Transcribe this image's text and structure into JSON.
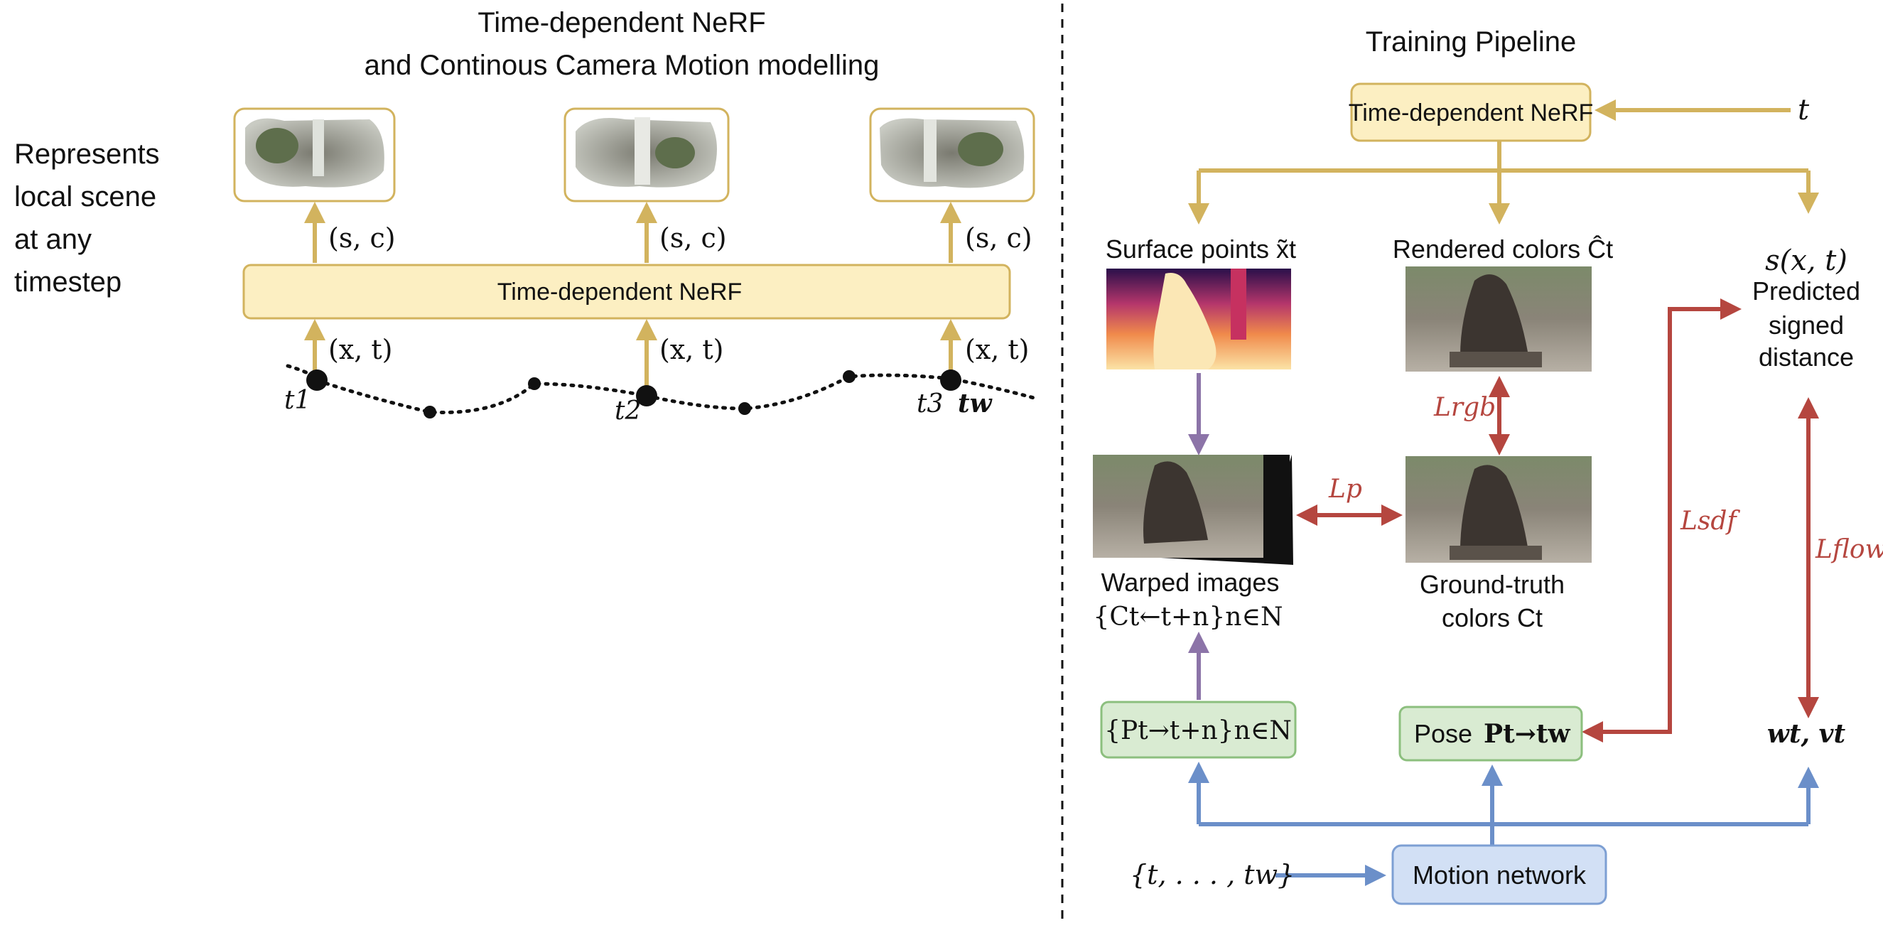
{
  "left": {
    "title_line1": "Time-dependent NeRF",
    "title_line2": "and Continous Camera Motion modelling",
    "side_note": [
      "Represents",
      "local scene",
      "at any",
      "timestep"
    ],
    "nerf_box": "Time-dependent NeRF",
    "output_label": "(s, c)",
    "input_label": "(x, t)",
    "timesteps": [
      "t1",
      "t2",
      "t3",
      "tw"
    ]
  },
  "right": {
    "title": "Training Pipeline",
    "nerf_box": "Time-dependent NeRF",
    "t_input": "t",
    "surface_points": "Surface points x̃t",
    "rendered_colors": "Rendered colors Ĉt",
    "sdf_top": "s(x, t)",
    "sdf_label": [
      "Predicted",
      "signed",
      "distance"
    ],
    "warped_line1": "Warped images",
    "warped_line2": "{Ct←t+n}n∈N",
    "gt_line1": "Ground-truth",
    "gt_line2": "colors Ct",
    "loss_rgb": "Lrgb",
    "loss_p": "Lp",
    "loss_sdf": "Lsdf",
    "loss_flow": "Lflow",
    "pose_set": "{Pt→t+n}n∈N",
    "pose_word": "Pose",
    "pose_sym": "Pt→tw",
    "wv": "wt, vt",
    "motion_input": "{t, . . . , tw}",
    "motion_network": "Motion network"
  },
  "colors": {
    "gold": "#d2b35e",
    "nerf_fill": "#fcefc2",
    "green_fill": "#d9ebd2",
    "green_stroke": "#8cbf7e",
    "blue_fill": "#d2e0f5",
    "blue_stroke": "#7d9fd3",
    "blue_arrow": "#6b8fc9",
    "red_arrow": "#b5463f",
    "purple_arrow": "#8c74a8"
  }
}
